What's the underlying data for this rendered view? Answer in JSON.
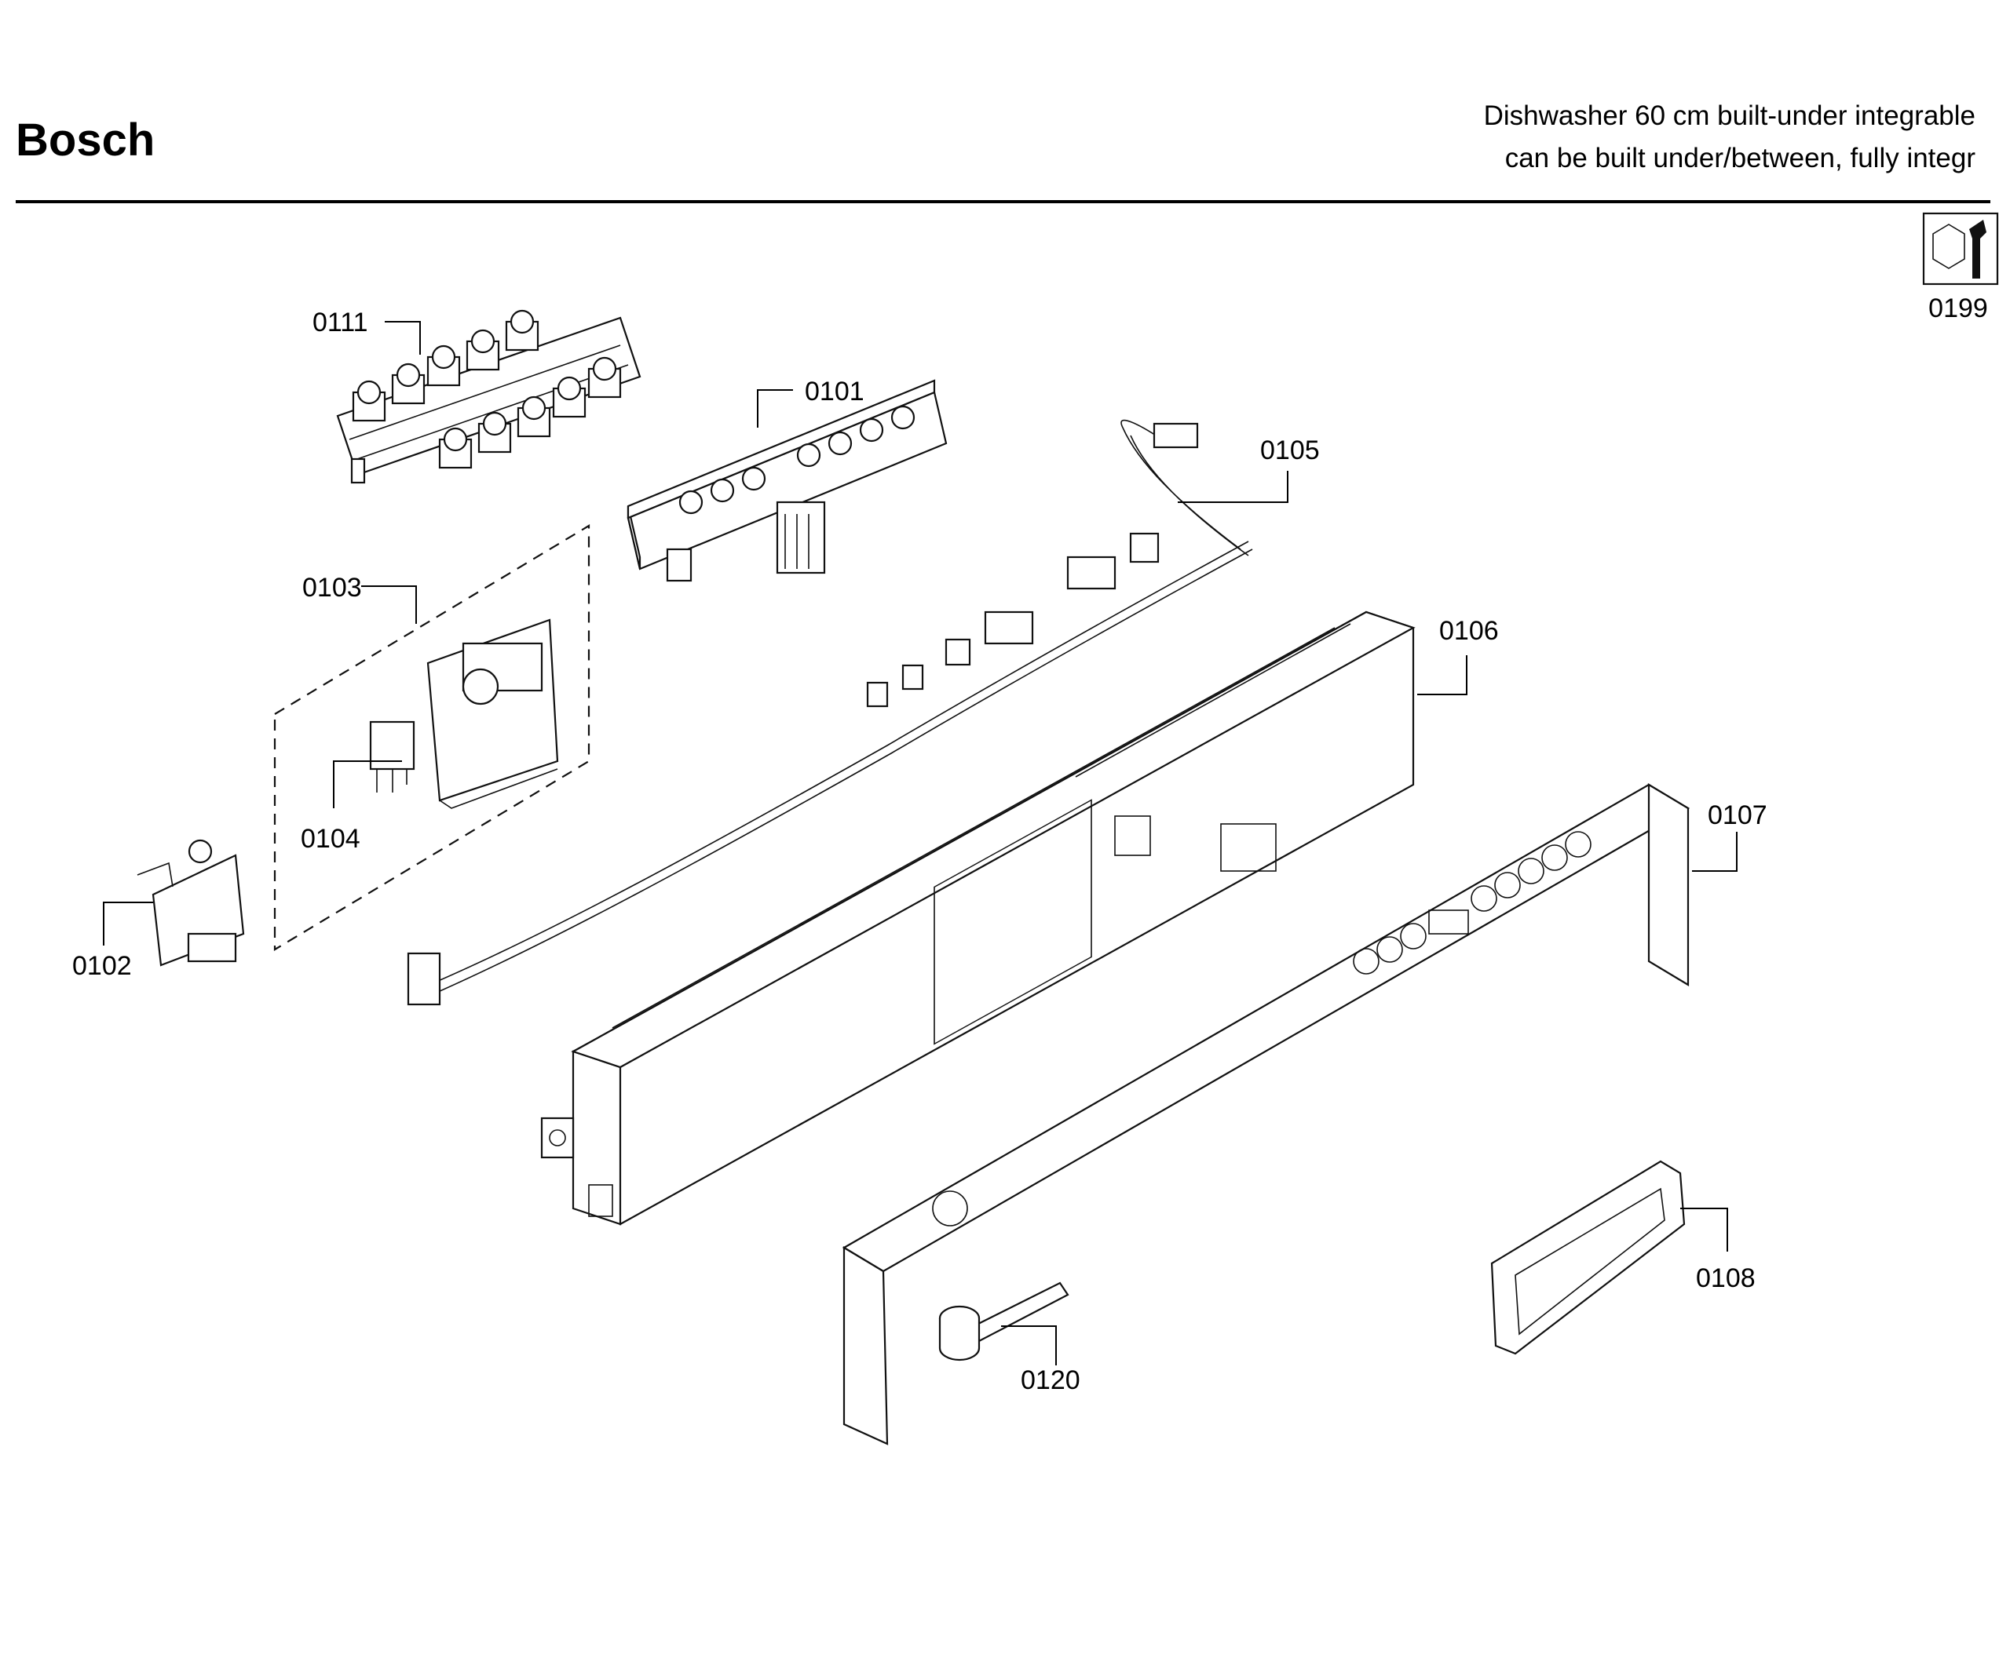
{
  "header": {
    "brand": "Bosch",
    "title_line1": "Dishwasher 60 cm built-under integrable",
    "title_line2": "can be built under/between, fully integr"
  },
  "parts": {
    "p0101": "0101",
    "p0102": "0102",
    "p0103": "0103",
    "p0104": "0104",
    "p0105": "0105",
    "p0106": "0106",
    "p0107": "0107",
    "p0108": "0108",
    "p0111": "0111",
    "p0120": "0120",
    "p0199": "0199"
  },
  "icons": {
    "service": "wrench-nut-icon"
  }
}
